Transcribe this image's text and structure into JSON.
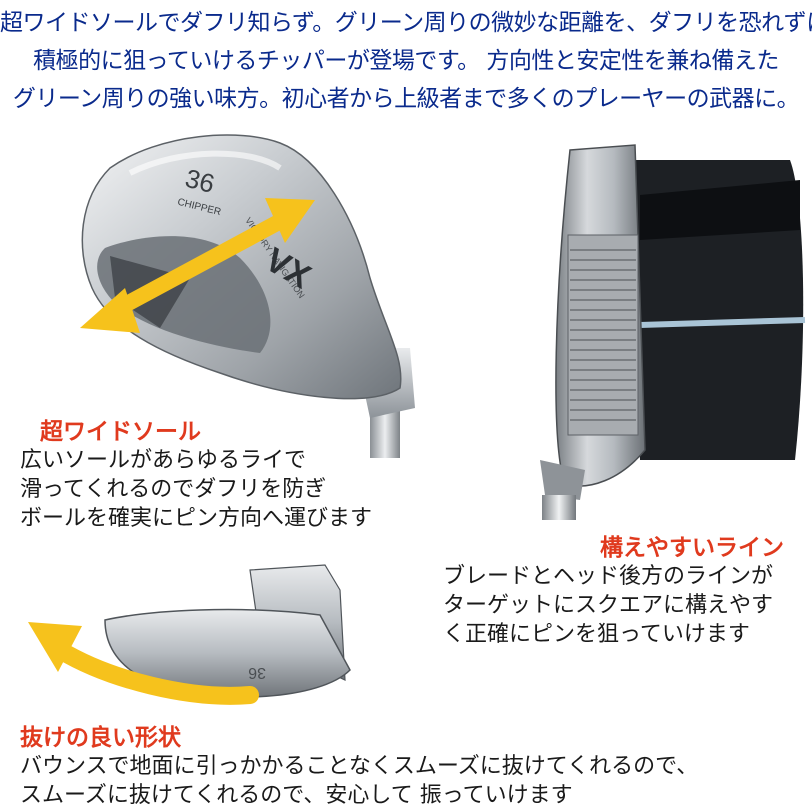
{
  "intro": {
    "lines": [
      "超ワイドソールでダフリ知らず。グリーン周りの微妙な距離を、ダフリを恐れずに",
      "積極的に狙っていけるチッパーが登場です。 方向性と安定性を兼ね備えた",
      "グリーン周りの強い味方。初心者から上級者まで多くのプレーヤーの武器に。"
    ],
    "color": "#0a2a8c"
  },
  "club_markings": {
    "number": "36",
    "model": "CHIPPER",
    "brand_text": "VICTORY NAVIGATION",
    "logo": "VX"
  },
  "feature_sole": {
    "title": "超ワイドソール",
    "lines": [
      "広いソールがあらゆるライで",
      "滑ってくれるのでダフリを防ぎ",
      "ボールを確実にピン方向へ運びます"
    ]
  },
  "feature_line": {
    "title": "構えやすいライン",
    "lines": [
      "ブレードとヘッド後方のラインが",
      "ターゲットにスクエアに構えやす",
      "く正確にピンを狙っていけます"
    ]
  },
  "feature_shape": {
    "title": "抜けの良い形状",
    "lines": [
      "バウンスで地面に引っかかることなくスムーズに抜けてくれるので、",
      "スムーズに抜けてくれるので、安心して 振っていけます"
    ]
  },
  "colors": {
    "accent_red": "#e03a1e",
    "arrow_yellow": "#f6c21c",
    "headline_blue": "#0a2a8c"
  }
}
